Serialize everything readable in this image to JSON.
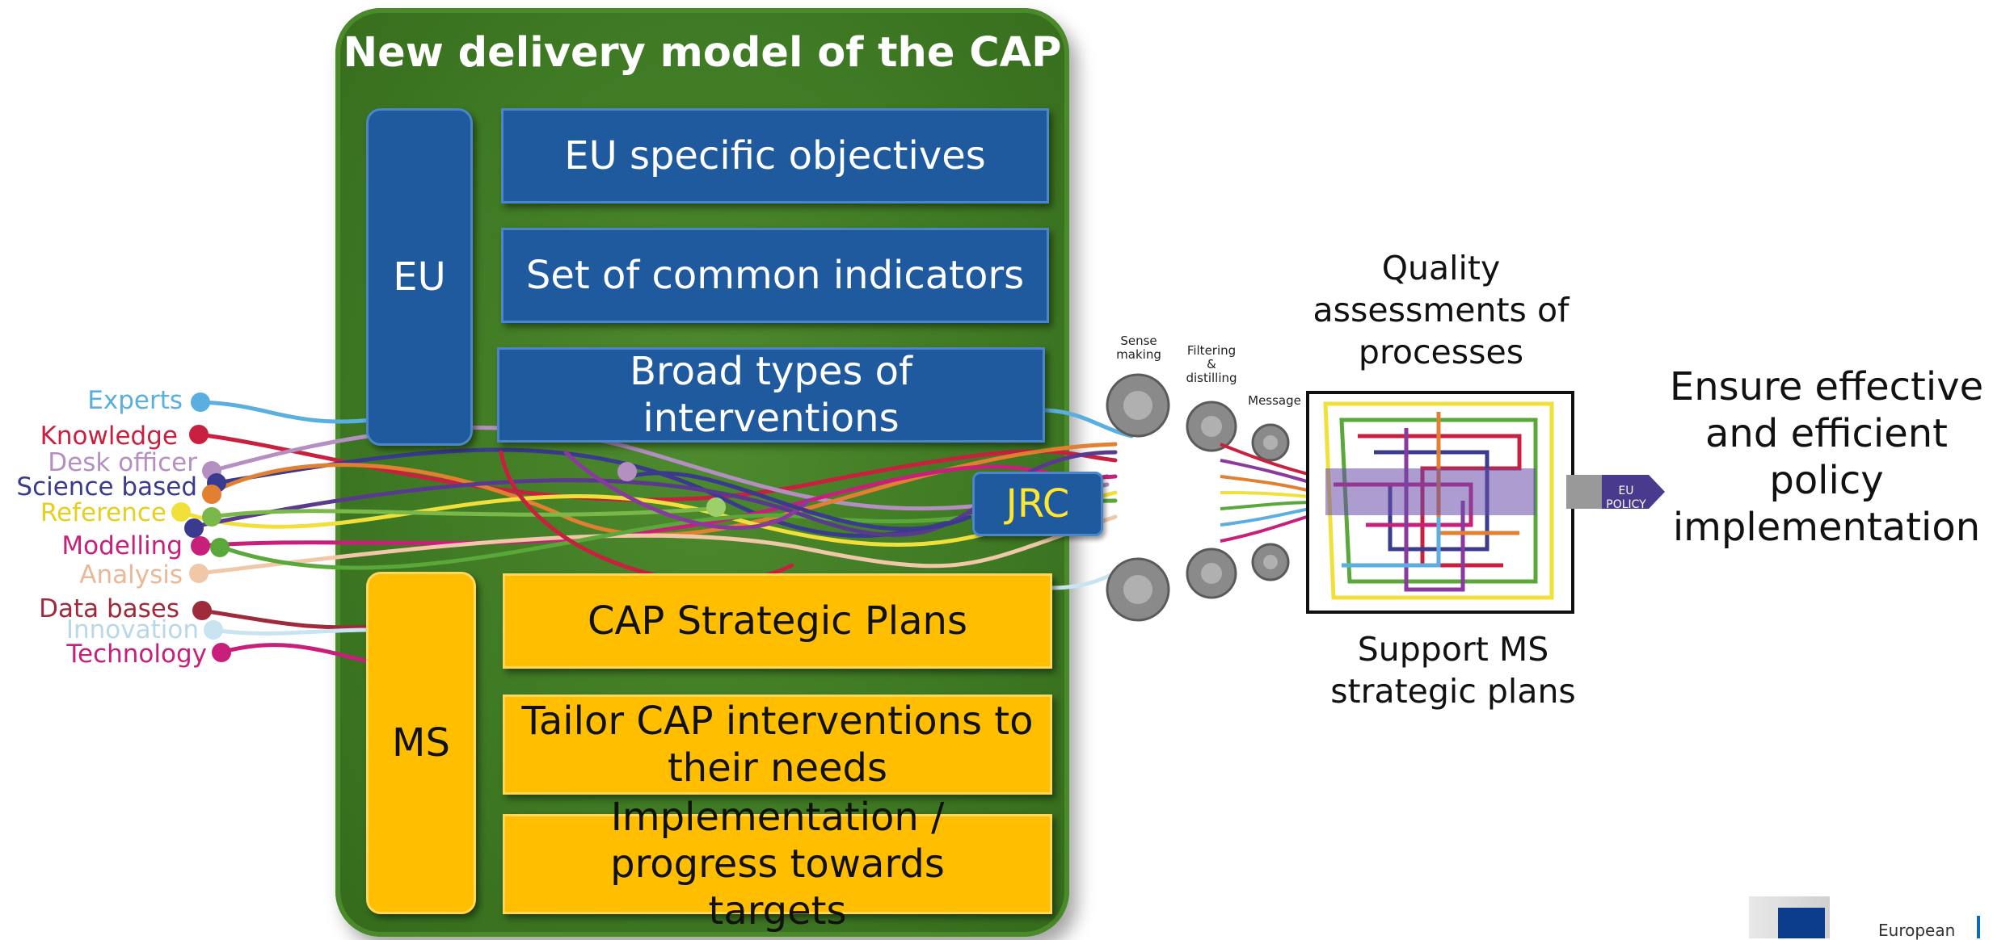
{
  "title": "New delivery model of the CAP",
  "eu_label": "EU",
  "ms_label": "MS",
  "eu_boxes": [
    "EU specific objectives",
    "Set of common indicators",
    "Broad types of interventions"
  ],
  "ms_boxes": [
    "CAP Strategic Plans",
    "Tailor CAP interventions to their needs",
    "Implementation / progress towards targets"
  ],
  "jrc_label": "JRC",
  "sources": [
    {
      "label": "Experts",
      "color": "#5aaee0"
    },
    {
      "label": "Knowledge",
      "color": "#c8203e"
    },
    {
      "label": "Desk officer",
      "color": "#b48fc2"
    },
    {
      "label": "Science based",
      "color": "#3a3a8e"
    },
    {
      "label": "Reference",
      "color": "#f2e03a"
    },
    {
      "label": "Modelling",
      "color": "#c8207a"
    },
    {
      "label": "Analysis",
      "color": "#f0c8a8"
    },
    {
      "label": "Data bases",
      "color": "#9e2a3c"
    },
    {
      "label": "Innovation",
      "color": "#c8e4f0"
    },
    {
      "label": "Technology",
      "color": "#c8207a"
    }
  ],
  "process_labels": {
    "sense": "Sense making",
    "filter": "Filtering & distilling",
    "message": "Message",
    "policy": "EU POLICY"
  },
  "quality_text": "Quality assessments of processes",
  "support_text": "Support MS strategic plans",
  "ensure_text": "Ensure effective and efficient policy implementation",
  "footer": "European",
  "colors": {
    "panel_green": "#3f7a24",
    "eu_blue": "#1f5a9e",
    "ms_yellow": "#ffbf00",
    "jrc_yellow": "#ffe633",
    "policy_purple": "#4a3a8e"
  }
}
